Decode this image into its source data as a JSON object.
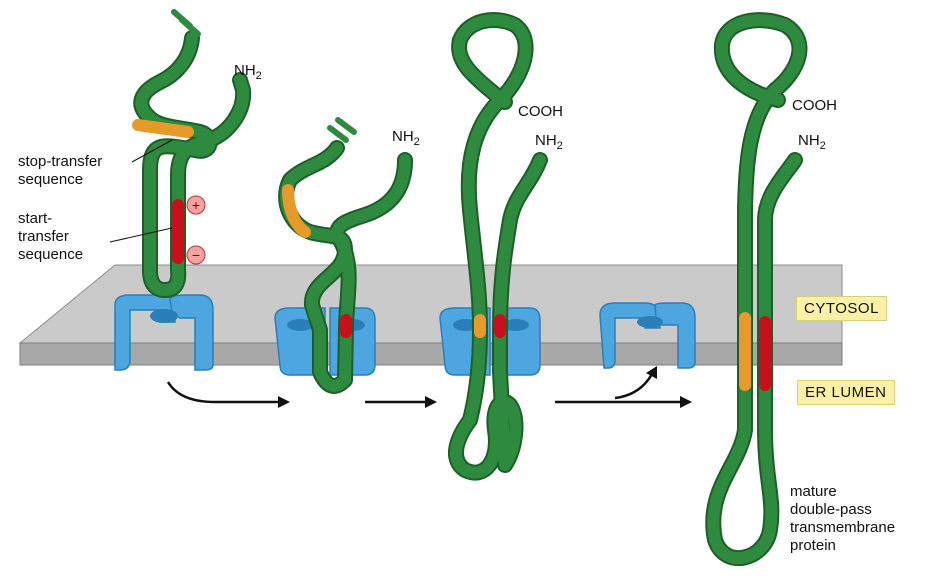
{
  "labels": {
    "stop_transfer": [
      "stop-transfer",
      "sequence"
    ],
    "start_transfer": [
      "start-",
      "transfer",
      "sequence"
    ],
    "nh2": "NH",
    "nh2_sub": "2",
    "cooh": "COOH",
    "cytosol": "CYTOSOL",
    "er_lumen": "ER LUMEN",
    "mature": [
      "mature",
      "double-pass",
      "transmembrane",
      "protein"
    ],
    "plus": "+",
    "minus": "−"
  },
  "colors": {
    "chain": "#2e8a3e",
    "chain_edge": "#1e5e29",
    "stop_transfer": "#e59a2a",
    "start_transfer": "#c8101c",
    "translocon": "#4ea6e0",
    "translocon_dark": "#2a7fb8",
    "membrane_top": "#c9c9c9",
    "membrane_front": "#a9a9a9",
    "badge_bg": "#fbf1a6"
  }
}
